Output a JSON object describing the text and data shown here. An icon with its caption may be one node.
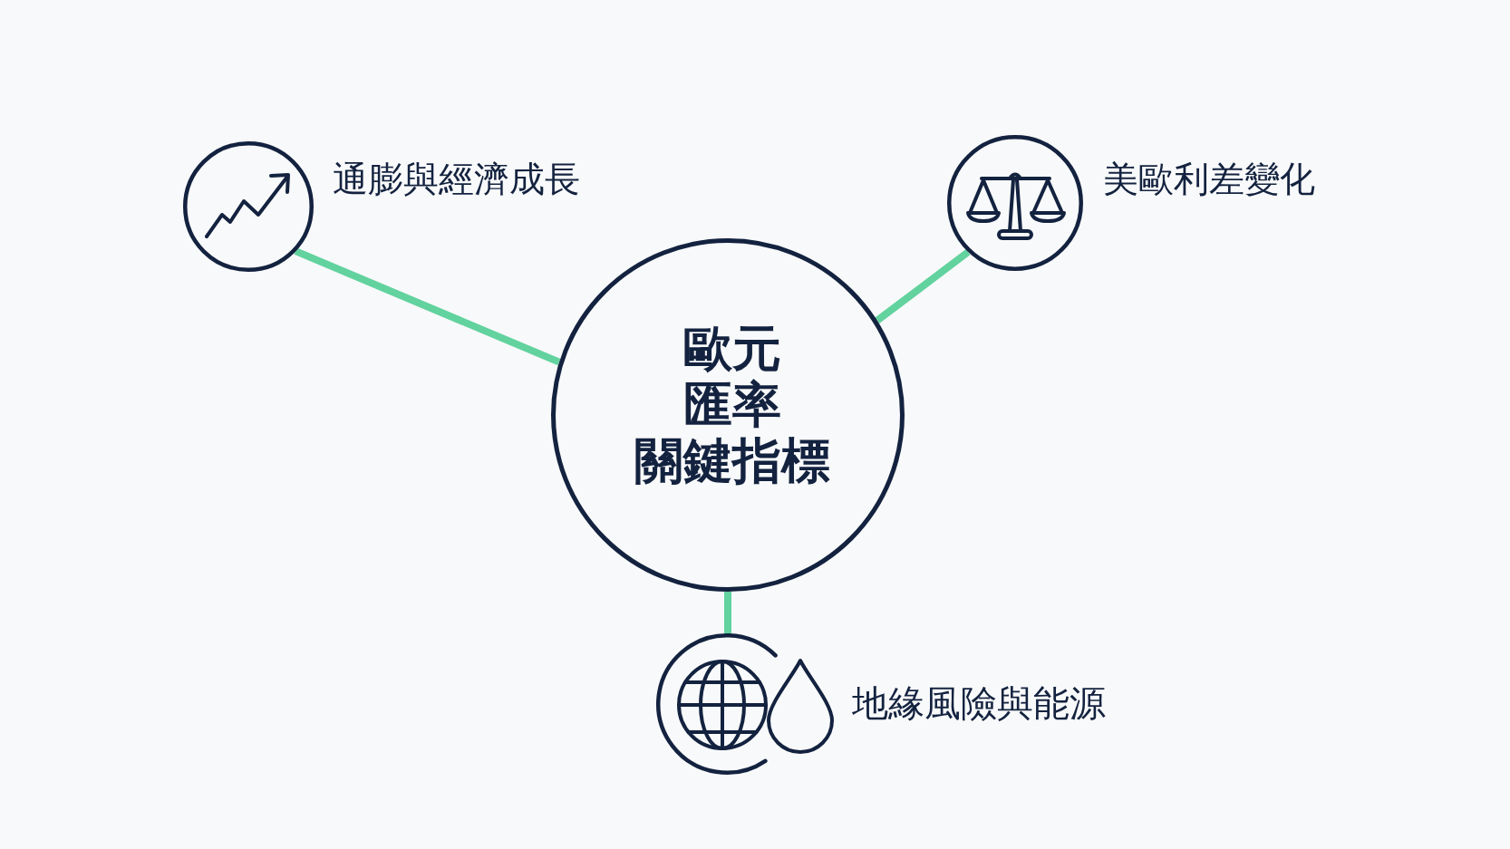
{
  "diagram": {
    "nodes": [
      {
        "text": [
          "通膨與經濟成長"
        ]
      },
      {
        "text": [
          "美歐利差變化"
        ]
      },
      {
        "text": [
          "歐元匯率關鍵指標"
        ]
      },
      {
        "text": [
          "地緣風險與能源"
        ]
      }
    ],
    "edges": [
      {
        "from": 2,
        "to": 0,
        "arrow": "none"
      },
      {
        "from": 2,
        "to": 1,
        "arrow": "none"
      },
      {
        "from": 2,
        "to": 3,
        "arrow": "none"
      }
    ]
  }
}
